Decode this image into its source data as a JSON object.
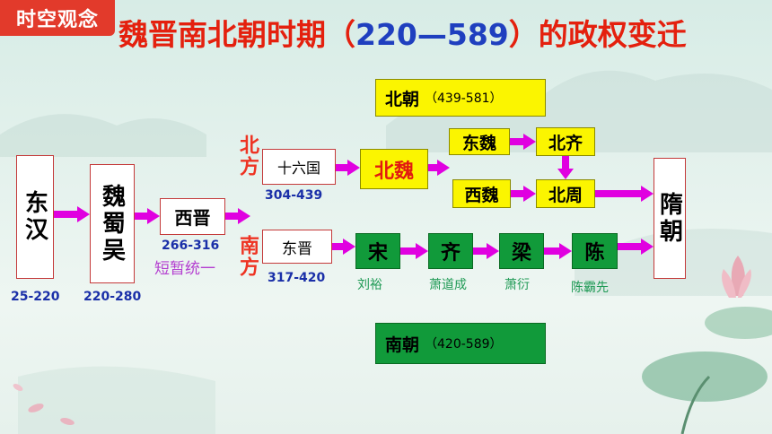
{
  "badge": "时空观念",
  "title": {
    "prefix": "魏晋南北朝时期（",
    "years": "220—589",
    "suffix": "）的政权变迁"
  },
  "banners": {
    "north": {
      "label": "北朝",
      "years": "（439-581）"
    },
    "south": {
      "label": "南朝",
      "years": "（420-589）"
    }
  },
  "regions": {
    "north": "北方",
    "south": "南方"
  },
  "regimes": {
    "dong_han": "东汉",
    "wei_shu_wu": "魏蜀吴",
    "xi_jin": "西晋",
    "shiliu_guo": "十六国",
    "bei_wei": "北魏",
    "dong_wei": "东魏",
    "bei_qi": "北齐",
    "xi_wei": "西魏",
    "bei_zhou": "北周",
    "sui": "隋朝",
    "dong_jin": "东晋",
    "song": "宋",
    "qi": "齐",
    "liang": "梁",
    "chen": "陈"
  },
  "years": {
    "dong_han": "25-220",
    "wei_shu_wu": "220-280",
    "xi_jin": "266-316",
    "shiliu_guo": "304-439",
    "dong_jin": "317-420"
  },
  "notes": {
    "xi_jin": "短暂统一"
  },
  "founders": {
    "song": "刘裕",
    "qi": "萧道成",
    "liang": "萧衍",
    "chen": "陈霸先"
  },
  "colors": {
    "badge": "#e23a2b",
    "title": "#e4200e",
    "title_years": "#1f3fbf",
    "arrow": "#e000e0",
    "yellow": "#fbf500",
    "green": "#119a3a",
    "region": "#ee3322"
  }
}
